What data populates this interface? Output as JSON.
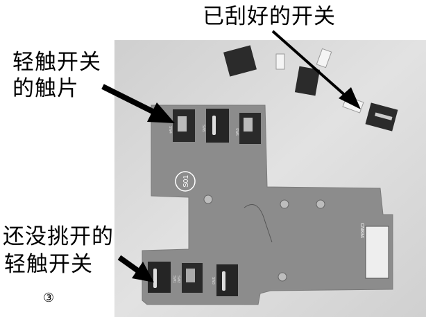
{
  "annotations": {
    "scraped_switch": "已刮好的开关",
    "contact_line1": "轻触开关",
    "contact_line2": "的触片",
    "unopened_line1": "还没挑开的",
    "unopened_line2": "轻触开关",
    "figure_number": "③"
  },
  "board_markings": {
    "circle_label": "S01",
    "connector_label": "CN834",
    "switch_labels": [
      "SW4",
      "SW5",
      "SW6",
      "SW1",
      "SW2",
      "SW3"
    ]
  },
  "colors": {
    "background": "#ffffff",
    "surface": "#d8d8d8",
    "pcb": "#8a8a8a",
    "arrow": "#000000"
  }
}
